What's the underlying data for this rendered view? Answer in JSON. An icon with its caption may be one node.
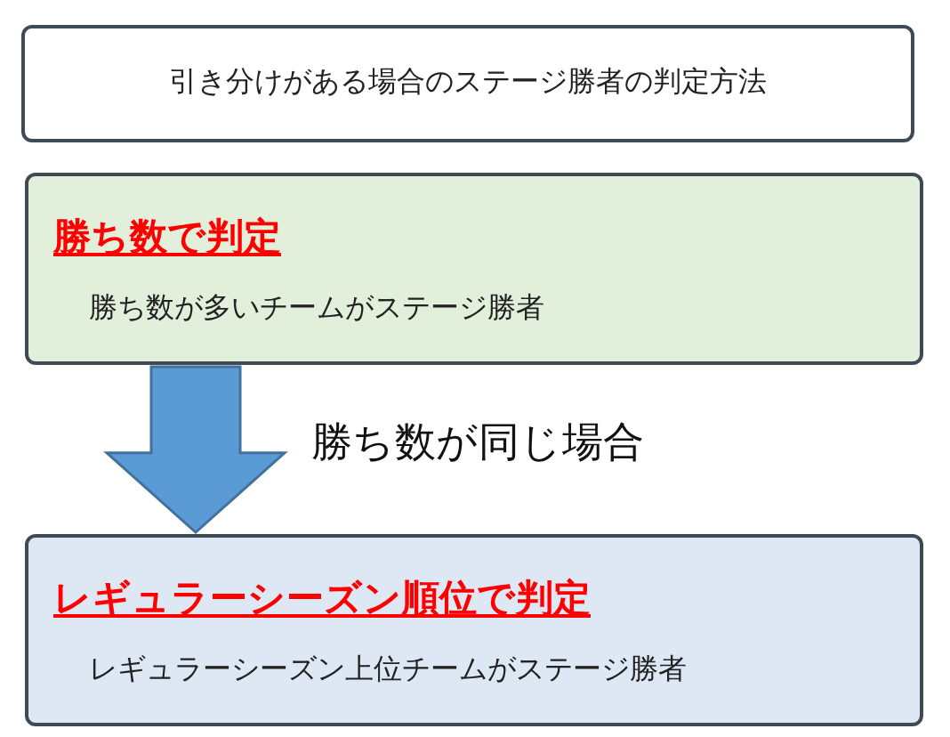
{
  "diagram": {
    "nodes": [
      {
        "text": [
          "引き分けがある場合のステージ勝者の判定方法"
        ]
      },
      {
        "text": [
          "勝ち数で判定",
          "勝ち数が多いチームがステージ勝者"
        ]
      },
      {
        "text": [
          "レギュラーシーズン順位で判定",
          "レギュラーシーズン上位チームがステージ勝者"
        ]
      }
    ],
    "edges": [
      {
        "from": 1,
        "to": 2,
        "arrow": "to",
        "label": "勝ち数が同じ場合"
      }
    ]
  }
}
